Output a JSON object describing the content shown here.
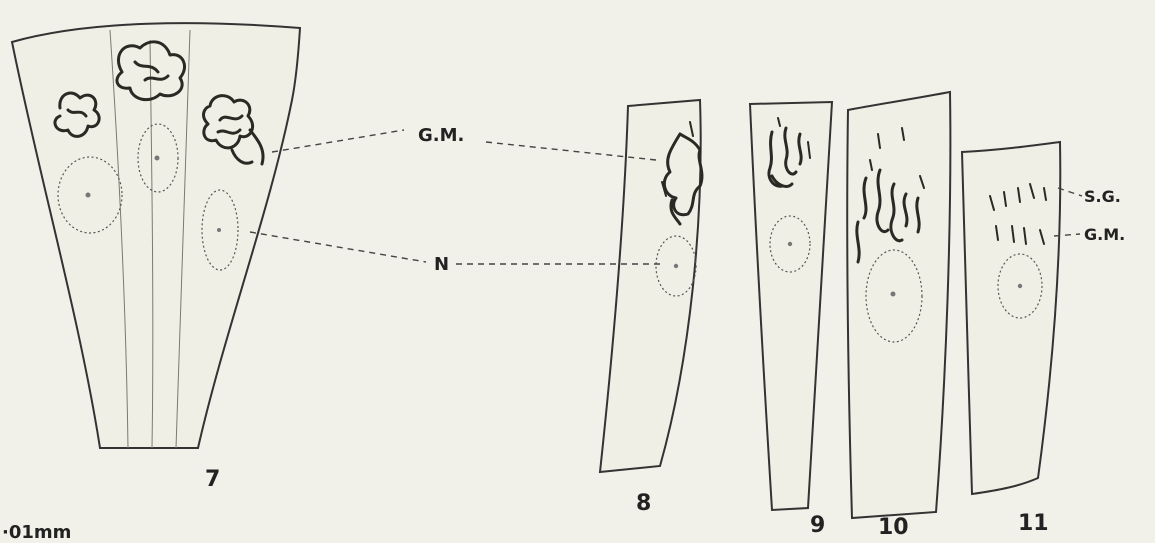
{
  "figure_numbers": {
    "fig7": "7",
    "fig8": "8",
    "fig9": "9",
    "fig10": "10",
    "fig11": "11"
  },
  "labels": {
    "golgi_material": "G.M.",
    "nucleus": "N",
    "secretory_granules": "S.G.",
    "golgi_material_fig11": "G.M."
  },
  "scale_bar": {
    "text": "·01mm"
  }
}
